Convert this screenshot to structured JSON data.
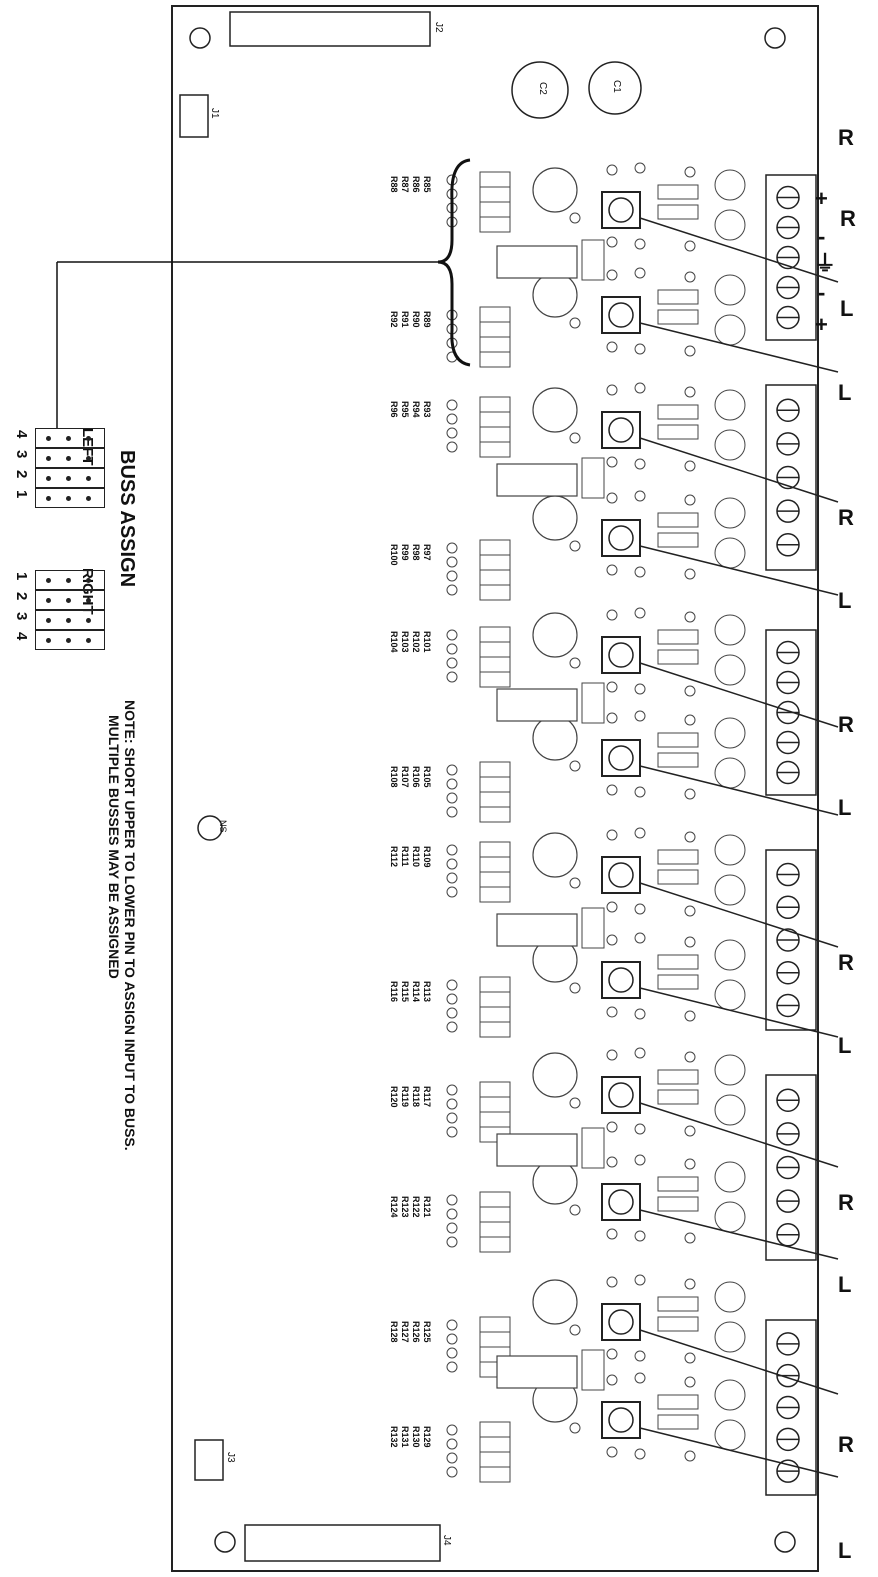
{
  "diagram": {
    "buss_assign_title": "BUSS ASSIGN",
    "left_label": "LEFT",
    "right_label": "RIGHT",
    "left_pins": [
      "4",
      "3",
      "2",
      "1"
    ],
    "right_pins": [
      "1",
      "2",
      "3",
      "4"
    ],
    "note_line1": "NOTE:  SHORT UPPER TO LOWER PIN TO ASSIGN INPUT TO BUSS.",
    "note_line2": "MULTIPLE BUSSES MAY BE ASSIGNED",
    "terminal_signs": {
      "plus_top": "+",
      "r": "R",
      "minus_top": "-",
      "ground": "⏚",
      "minus_bottom": "-",
      "l": "L",
      "plus_bottom": "+"
    },
    "channel_labels": [
      "R",
      "L",
      "R",
      "L",
      "R",
      "L",
      "R",
      "L",
      "R",
      "L",
      "R",
      "L"
    ],
    "board_labels": {
      "j1": "J1",
      "j2": "J2",
      "j3": "J3",
      "j4": "J4",
      "c1": "C1",
      "c2": "C2",
      "ns": "NS"
    },
    "resistor_groups": [
      [
        "R85",
        "R86",
        "R87",
        "R88"
      ],
      [
        "R89",
        "R90",
        "R91",
        "R92"
      ],
      [
        "R93",
        "R94",
        "R95",
        "R96"
      ],
      [
        "R97",
        "R98",
        "R99",
        "R100"
      ],
      [
        "R101",
        "R102",
        "R103",
        "R104"
      ],
      [
        "R105",
        "R106",
        "R107",
        "R108"
      ],
      [
        "R109",
        "R110",
        "R111",
        "R112"
      ],
      [
        "R113",
        "R114",
        "R115",
        "R116"
      ],
      [
        "R117",
        "R118",
        "R119",
        "R120"
      ],
      [
        "R121",
        "R122",
        "R123",
        "R124"
      ],
      [
        "R125",
        "R126",
        "R127",
        "R128"
      ],
      [
        "R129",
        "R130",
        "R131",
        "R132"
      ]
    ]
  }
}
